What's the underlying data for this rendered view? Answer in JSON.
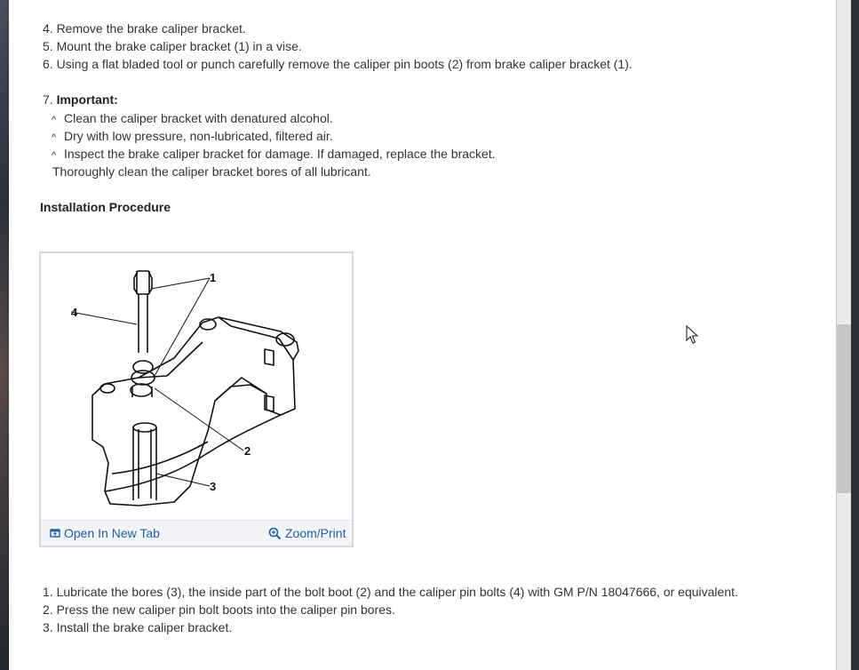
{
  "steps_removal": [
    "4. Remove the brake caliper bracket.",
    "5. Mount the brake caliper bracket (1) in a vise.",
    "6. Using a flat bladed tool or punch carefully remove the caliper pin boots (2) from brake caliper bracket (1)."
  ],
  "important": {
    "number": "7. ",
    "label": "Important:",
    "bullets": [
      "Clean the caliper bracket with denatured alcohol.",
      "Dry with low pressure, non-lubricated, filtered air.",
      "Inspect the brake caliper bracket for damage. If damaged, replace the bracket."
    ],
    "bullet_marker": "^",
    "note": "Thoroughly clean the caliper bracket bores of all lubricant."
  },
  "section_heading": "Installation Procedure",
  "figure": {
    "callouts": [
      "1",
      "2",
      "3",
      "4"
    ],
    "open_new_tab_label": "Open In New Tab",
    "zoom_print_label": "Zoom/Print"
  },
  "steps_installation": [
    "1. Lubricate the bores (3), the inside part of the bolt boot (2) and the caliper pin bolts (4) with GM P/N 18047666, or equivalent.",
    "2. Press the new caliper pin bolt boots into the caliper pin bores.",
    "3. Install the brake caliper bracket."
  ],
  "colors": {
    "link": "#1f5fa8",
    "text": "#333333",
    "page_bg": "#ffffff"
  }
}
